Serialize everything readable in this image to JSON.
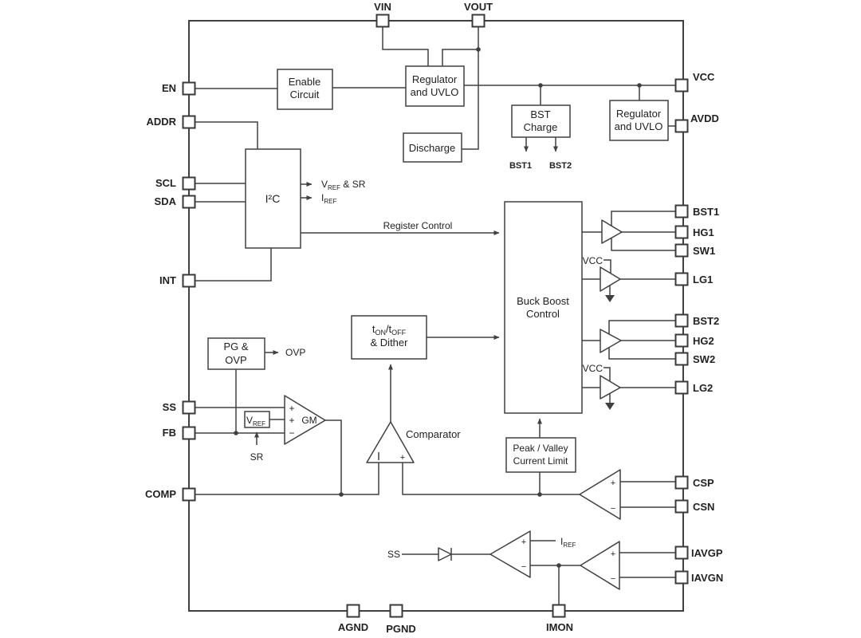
{
  "colors": {
    "background": "#ffffff",
    "line": "#404040",
    "text": "#222222"
  },
  "pins": {
    "top": [
      "VIN",
      "VOUT"
    ],
    "left": [
      "EN",
      "ADDR",
      "SCL",
      "SDA",
      "INT",
      "SS",
      "FB",
      "COMP"
    ],
    "right": [
      "VCC",
      "AVDD",
      "BST1",
      "HG1",
      "SW1",
      "LG1",
      "BST2",
      "HG2",
      "SW2",
      "LG2",
      "CSP",
      "CSN",
      "IAVGP",
      "IAVGN"
    ],
    "bottom": [
      "AGND",
      "PGND",
      "IMON"
    ]
  },
  "blocks": {
    "enable_circuit": {
      "line1": "Enable",
      "line2": "Circuit"
    },
    "regulator_uvlo_main": {
      "line1": "Regulator",
      "line2": "and UVLO"
    },
    "discharge": {
      "label": "Discharge"
    },
    "bst_charge": {
      "line1": "BST",
      "line2": "Charge",
      "outputs": [
        "BST1",
        "BST2"
      ]
    },
    "regulator_uvlo_avdd": {
      "line1": "Regulator",
      "line2": "and UVLO"
    },
    "i2c": {
      "label": "I²C"
    },
    "buck_boost_control": {
      "line1": "Buck Boost",
      "line2": "Control"
    },
    "ton_toff_dither": {
      "t1": "t",
      "sub1": "ON",
      "t2": "/t",
      "sub2": "OFF",
      "line2": "& Dither"
    },
    "pg_ovp": {
      "line1": "PG &",
      "line2": "OVP"
    },
    "vref": {
      "main": "V",
      "sub": "REF"
    },
    "peak_valley_current_limit": {
      "line1": "Peak / Valley",
      "line2": "Current Limit"
    }
  },
  "signals": {
    "vref_sr": {
      "main": "V",
      "sub": "REF",
      "rest": " & SR"
    },
    "iref": {
      "main": "I",
      "sub": "REF"
    },
    "register_control": "Register Control",
    "ovp": "OVP",
    "sr": "SR",
    "ss": "SS",
    "iref_clamp": {
      "main": "I",
      "sub": "REF"
    },
    "comparator_label": "Comparator",
    "gm": "GM",
    "vcc_driver1": "VCC",
    "vcc_driver2": "VCC"
  },
  "amp_signs": {
    "plus": "+",
    "minus": "−"
  }
}
